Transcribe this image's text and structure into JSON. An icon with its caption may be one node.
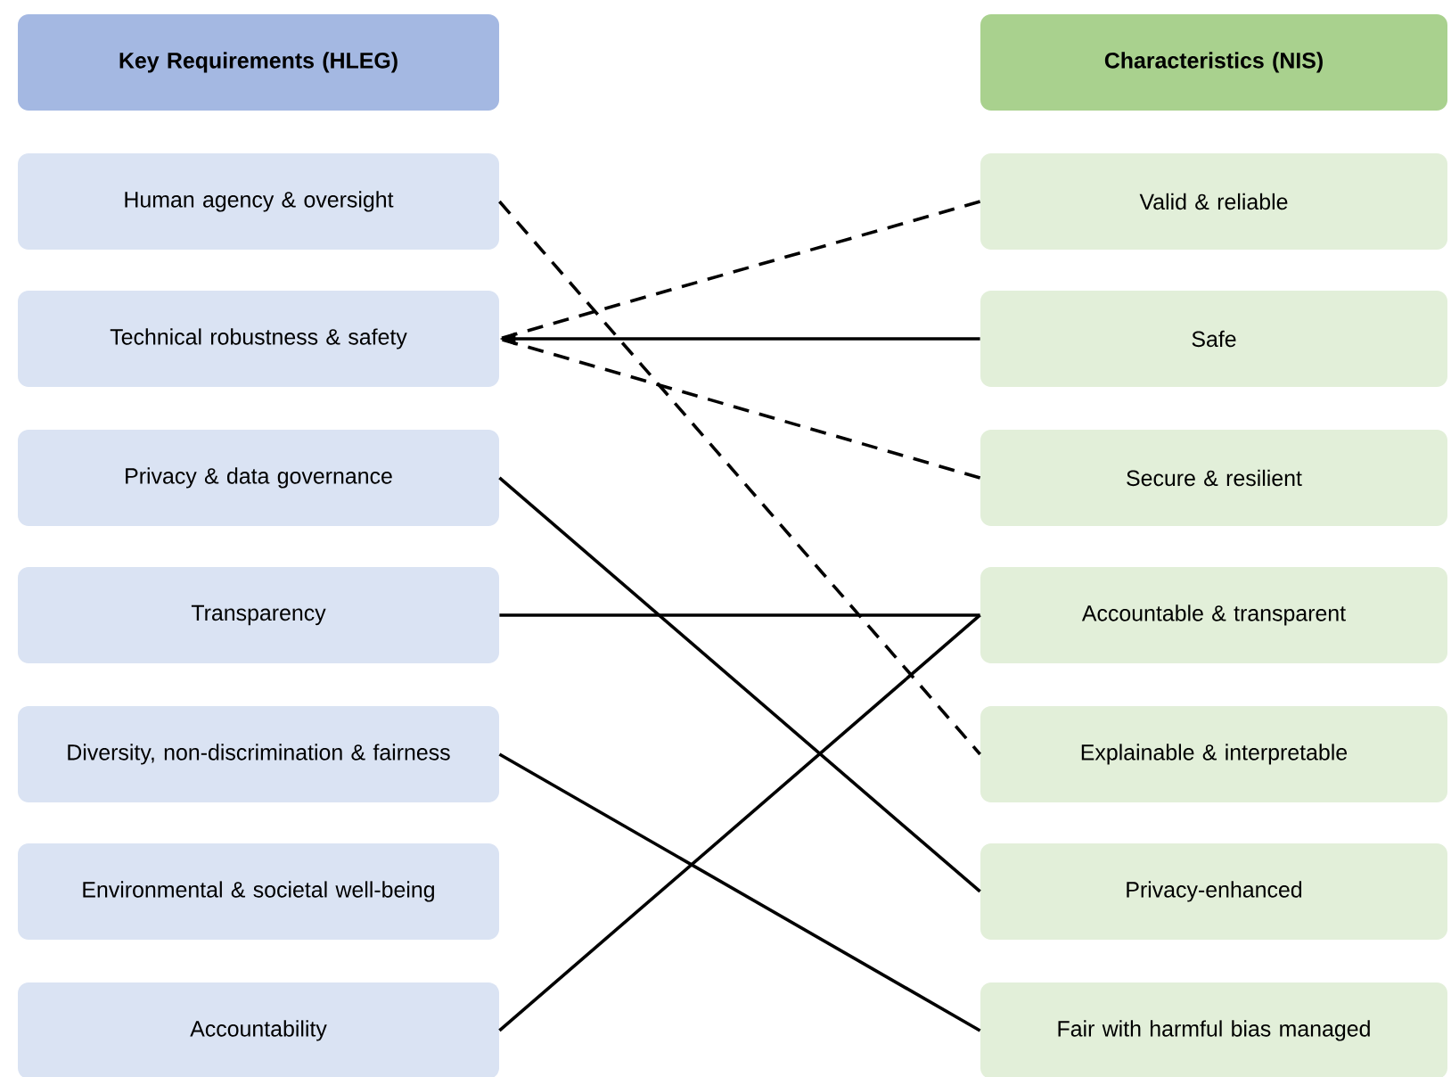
{
  "diagram": {
    "nodes": [
      {
        "text": [
          "Key Requirements (HLEG)"
        ]
      },
      {
        "text": [
          "Human agency & oversight"
        ]
      },
      {
        "text": [
          "Technical robustness & safety"
        ]
      },
      {
        "text": [
          "Privacy & data governance"
        ]
      },
      {
        "text": [
          "Transparency"
        ]
      },
      {
        "text": [
          "Diversity, non-discrimination & fairness"
        ]
      },
      {
        "text": [
          "Environmental & societal well-being"
        ]
      },
      {
        "text": [
          "Accountability"
        ]
      },
      {
        "text": [
          "Characteristics (NIS)"
        ]
      },
      {
        "text": [
          "Valid & reliable"
        ]
      },
      {
        "text": [
          "Safe"
        ]
      },
      {
        "text": [
          "Secure & resilient"
        ]
      },
      {
        "text": [
          "Accountable & transparent"
        ]
      },
      {
        "text": [
          "Explainable & interpretable"
        ]
      },
      {
        "text": [
          "Privacy-enhanced"
        ]
      },
      {
        "text": [
          "Fair with harmful bias managed"
        ]
      }
    ],
    "edges": [
      {
        "from": 10,
        "to": 2,
        "arrow": "to"
      },
      {
        "from": 9,
        "to": 2,
        "arrow": "none",
        "style": "dashed"
      },
      {
        "from": 11,
        "to": 2,
        "arrow": "none",
        "style": "dashed"
      },
      {
        "from": 1,
        "to": 13,
        "arrow": "none",
        "style": "dashed"
      },
      {
        "from": 3,
        "to": 14,
        "arrow": "none"
      },
      {
        "from": 4,
        "to": 12,
        "arrow": "none"
      },
      {
        "from": 5,
        "to": 15,
        "arrow": "none"
      },
      {
        "from": 7,
        "to": 12,
        "arrow": "none"
      }
    ]
  }
}
